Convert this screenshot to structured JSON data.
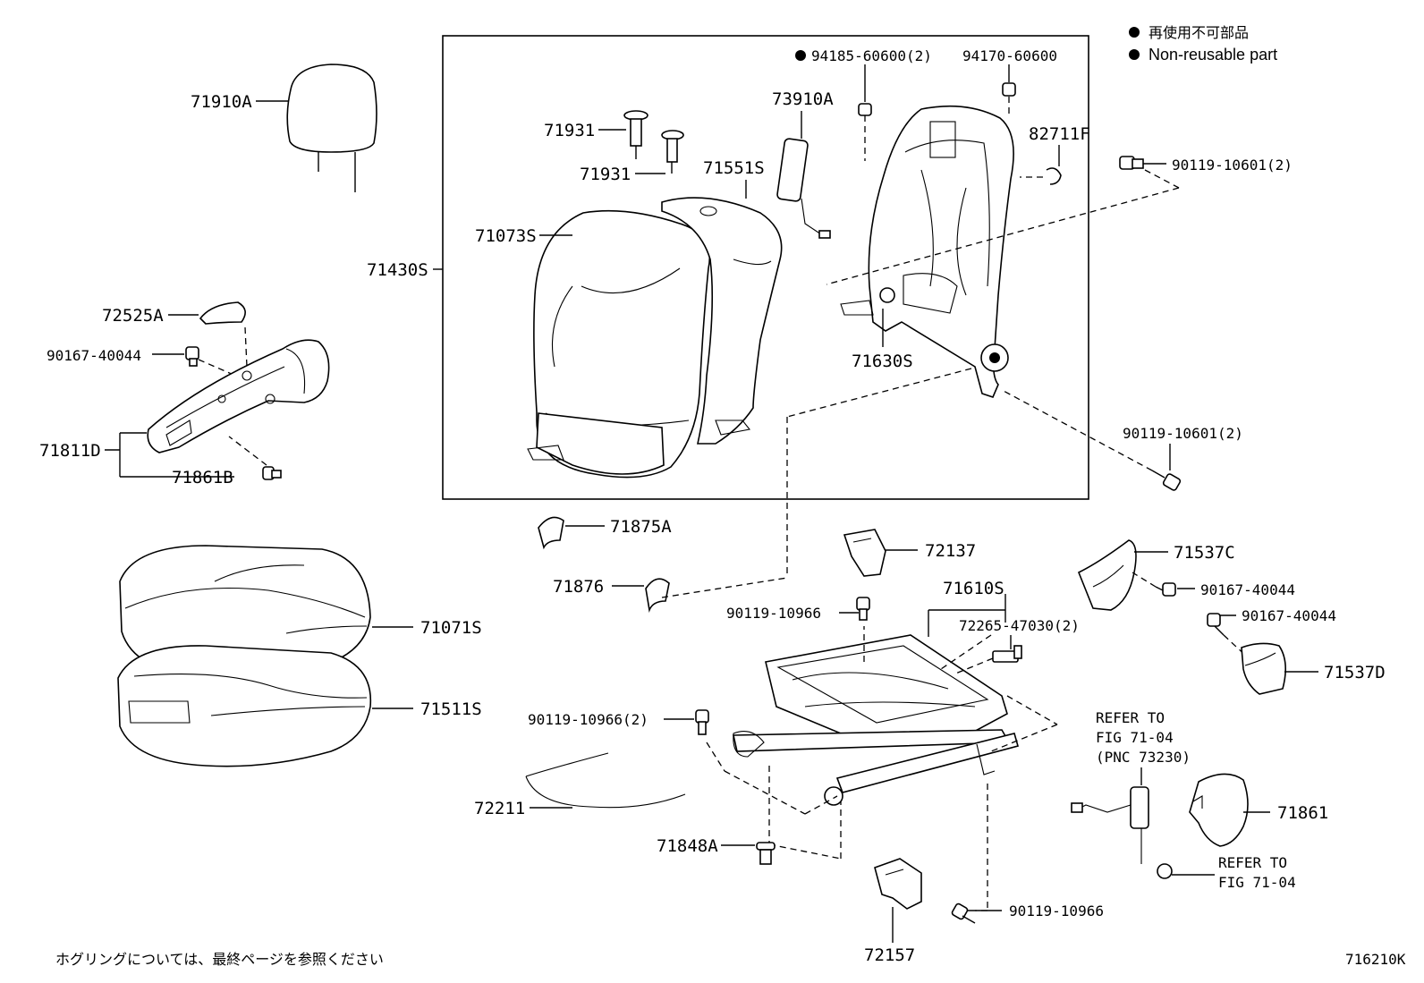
{
  "legend": {
    "jp": "再使用不可部品",
    "en": "Non-reusable part"
  },
  "labels": {
    "p71910A": "71910A",
    "p94185": "94185-60600(2)",
    "p94170": "94170-60600",
    "p73910A": "73910A",
    "p82711F": "82711F",
    "p90119_10601_a": "90119-10601(2)",
    "p71931_a": "71931",
    "p71931_b": "71931",
    "p71551S": "71551S",
    "p71073S": "71073S",
    "p71430S": "71430S",
    "p72525A": "72525A",
    "p90167_40044_a": "90167-40044",
    "p71630S": "71630S",
    "p71811D": "71811D",
    "p71861B": "71861B",
    "p90119_10601_b": "90119-10601(2)",
    "p71875A": "71875A",
    "p72137": "72137",
    "p71537C": "71537C",
    "p71876": "71876",
    "p71610S": "71610S",
    "p90167_40044_b": "90167-40044",
    "p90119_10966_a": "90119-10966",
    "p72265": "72265-47030(2)",
    "p90167_40044_c": "90167-40044",
    "p71071S": "71071S",
    "p71537D": "71537D",
    "p71511S": "71511S",
    "p90119_10966_b": "90119-10966(2)",
    "p72211": "72211",
    "p71848A": "71848A",
    "p71861": "71861",
    "p90119_10966_c": "90119-10966",
    "p72157": "72157"
  },
  "refer_belt": {
    "line1": "REFER TO",
    "line2": "FIG 71-04",
    "line3": "(PNC 73230)"
  },
  "refer_cover": {
    "line1": "REFER TO",
    "line2": "FIG 71-04"
  },
  "footer": {
    "note": "ホグリングについては、最終ページを参照ください",
    "code": "716210K"
  }
}
